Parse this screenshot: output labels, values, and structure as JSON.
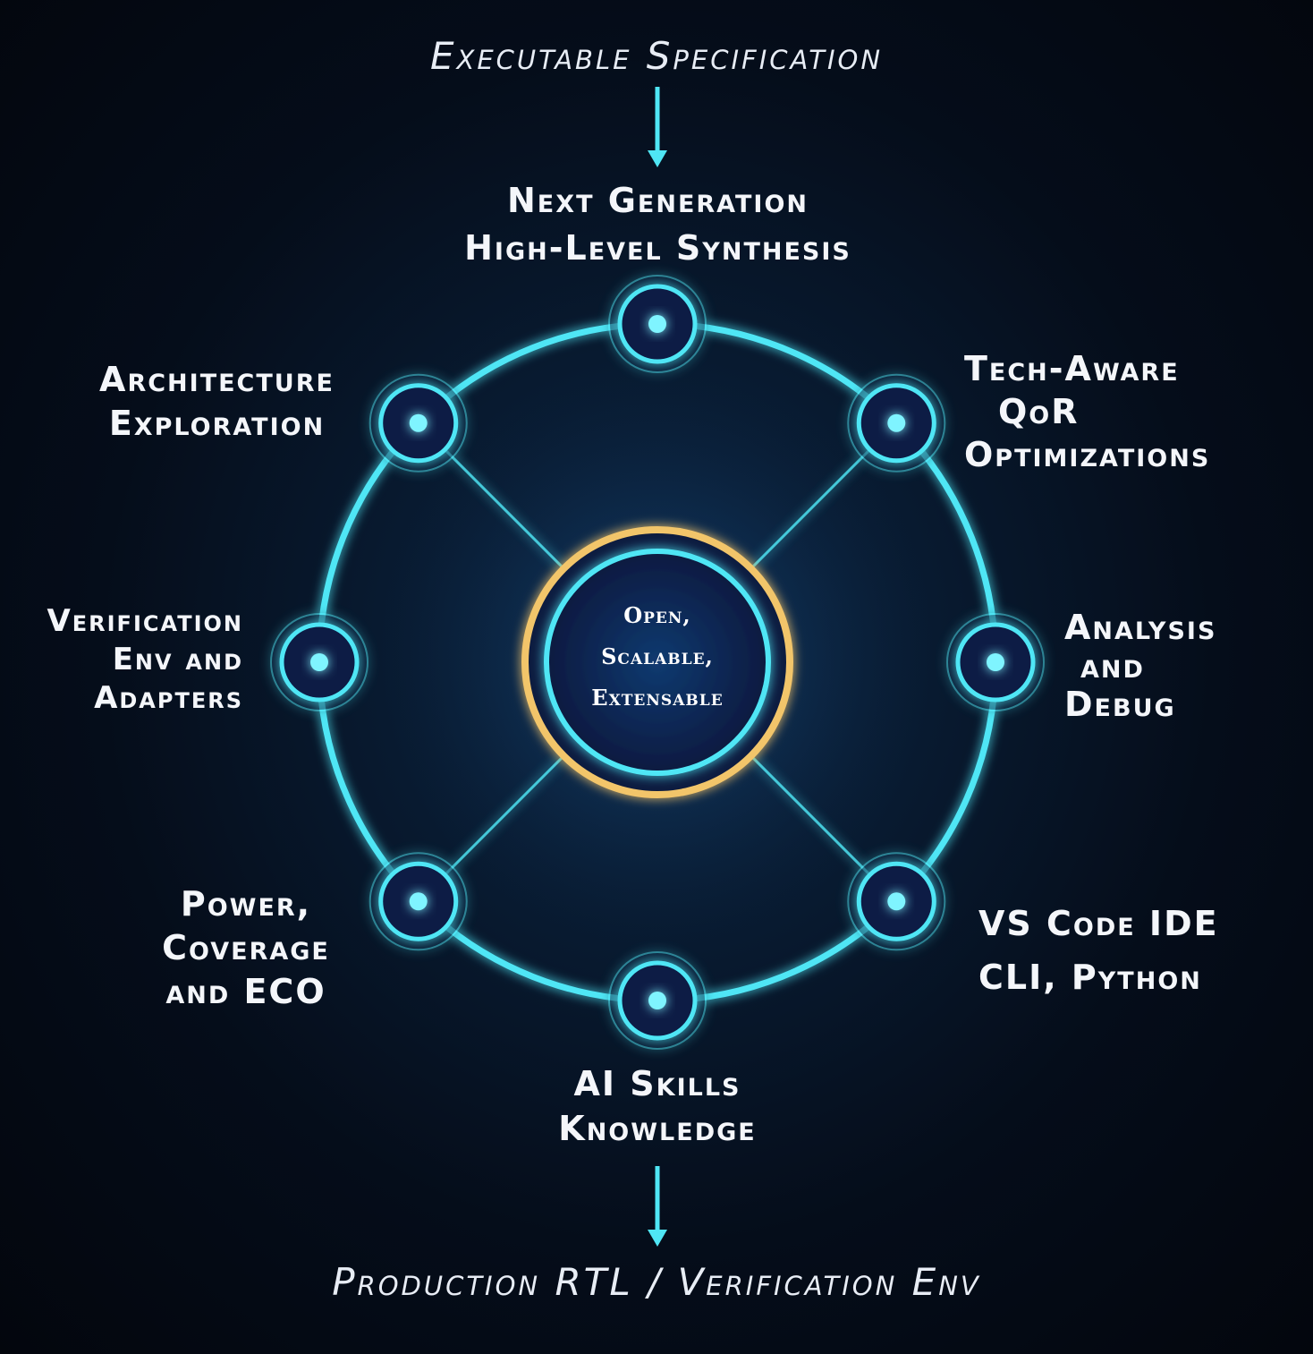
{
  "input_label": "Executable Specification",
  "output_label": "Production RTL / Verification Env",
  "center": {
    "lines": [
      "Open,",
      "Scalable,",
      "Extensable"
    ]
  },
  "nodes": [
    {
      "id": "hls",
      "lines": [
        "Next Generation",
        "High-Level Synthesis"
      ]
    },
    {
      "id": "qor",
      "lines": [
        "Tech-Aware",
        "QoR",
        "Optimizations"
      ]
    },
    {
      "id": "analysis",
      "lines": [
        "Analysis",
        "and",
        "Debug"
      ]
    },
    {
      "id": "ide",
      "lines": [
        "VS Code IDE",
        "CLI, Python"
      ]
    },
    {
      "id": "ai",
      "lines": [
        "AI Skills",
        "Knowledge"
      ]
    },
    {
      "id": "power",
      "lines": [
        "Power,",
        "Coverage",
        "and ECO"
      ]
    },
    {
      "id": "verification",
      "lines": [
        "Verification",
        "Env and",
        "Adapters"
      ]
    },
    {
      "id": "architecture",
      "lines": [
        "Architecture",
        "Exploration"
      ]
    }
  ],
  "colors": {
    "cyan": "#4fe6f5",
    "gold": "#f2c56a",
    "node_fill": "#0a1a45"
  }
}
